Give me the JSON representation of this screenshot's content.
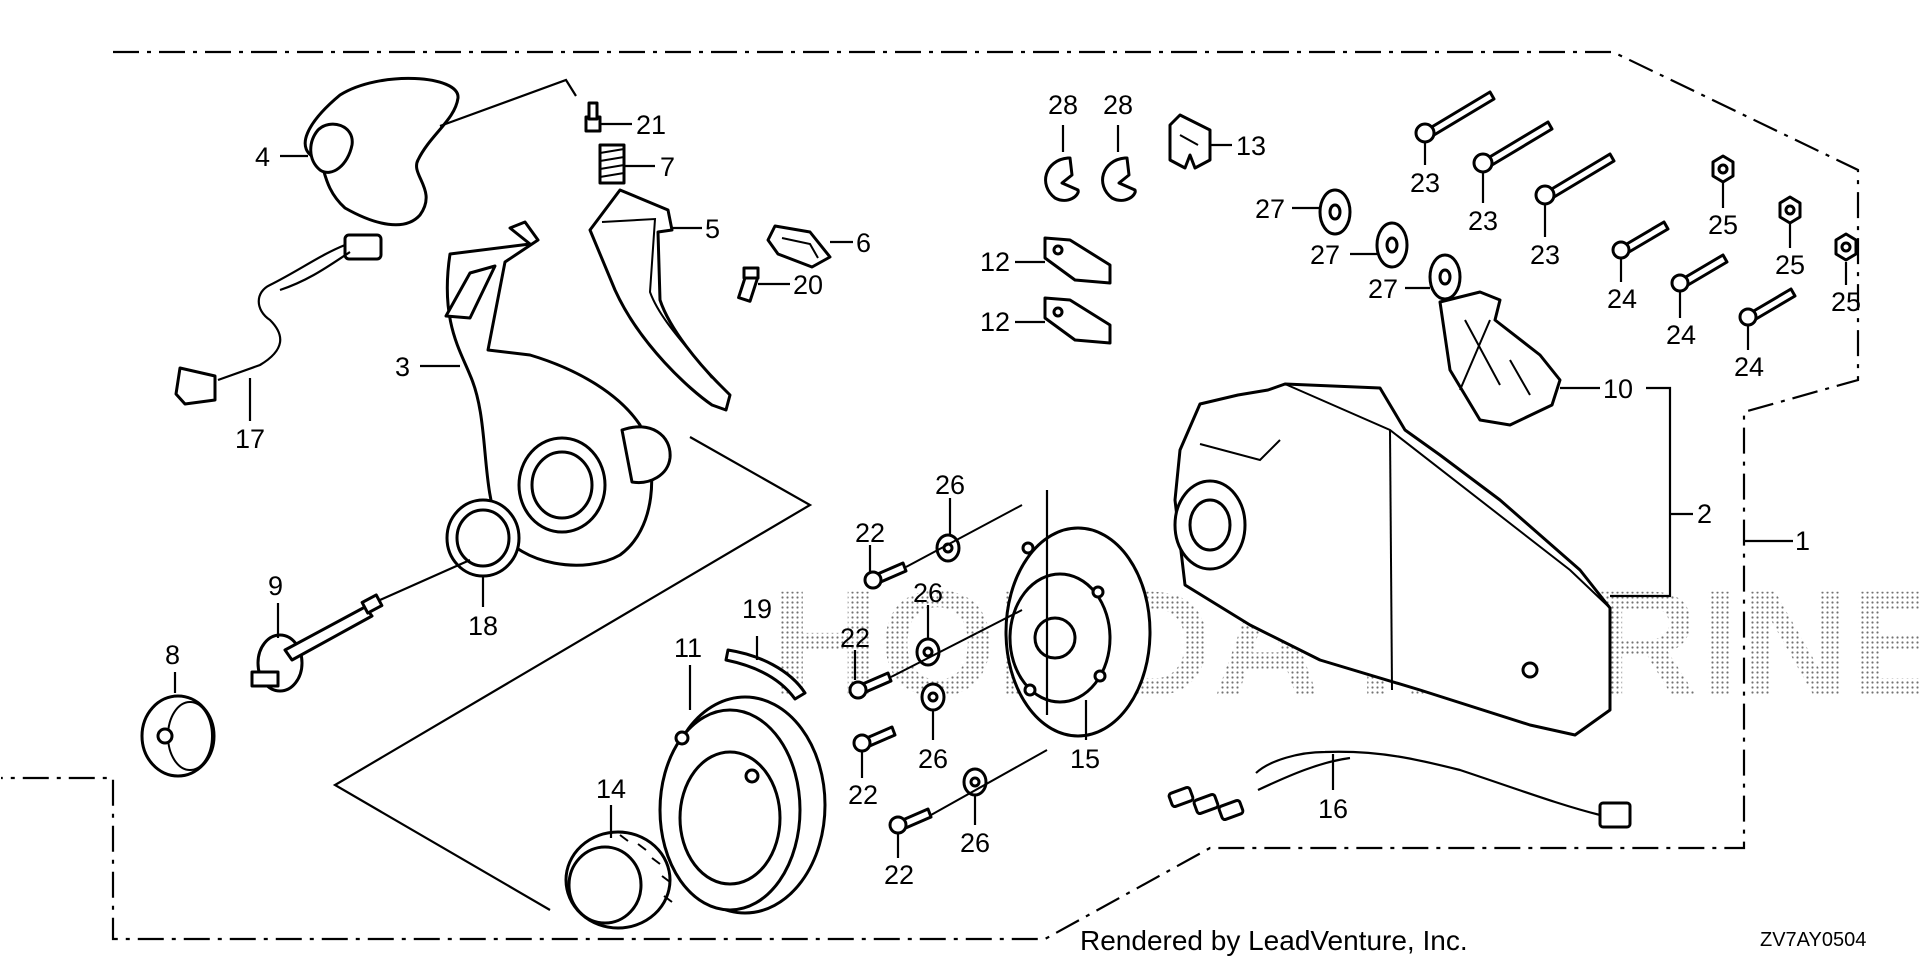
{
  "diagram": {
    "callouts": [
      {
        "id": "c1",
        "text": "1"
      },
      {
        "id": "c2",
        "text": "2"
      },
      {
        "id": "c3",
        "text": "3"
      },
      {
        "id": "c4",
        "text": "4"
      },
      {
        "id": "c5",
        "text": "5"
      },
      {
        "id": "c6",
        "text": "6"
      },
      {
        "id": "c7",
        "text": "7"
      },
      {
        "id": "c8",
        "text": "8"
      },
      {
        "id": "c9",
        "text": "9"
      },
      {
        "id": "c10",
        "text": "10"
      },
      {
        "id": "c11",
        "text": "11"
      },
      {
        "id": "c12a",
        "text": "12"
      },
      {
        "id": "c12b",
        "text": "12"
      },
      {
        "id": "c13",
        "text": "13"
      },
      {
        "id": "c14",
        "text": "14"
      },
      {
        "id": "c15",
        "text": "15"
      },
      {
        "id": "c16",
        "text": "16"
      },
      {
        "id": "c17",
        "text": "17"
      },
      {
        "id": "c18",
        "text": "18"
      },
      {
        "id": "c19",
        "text": "19"
      },
      {
        "id": "c20",
        "text": "20"
      },
      {
        "id": "c21",
        "text": "21"
      },
      {
        "id": "c22a",
        "text": "22"
      },
      {
        "id": "c22b",
        "text": "22"
      },
      {
        "id": "c22c",
        "text": "22"
      },
      {
        "id": "c22d",
        "text": "22"
      },
      {
        "id": "c23a",
        "text": "23"
      },
      {
        "id": "c23b",
        "text": "23"
      },
      {
        "id": "c23c",
        "text": "23"
      },
      {
        "id": "c24a",
        "text": "24"
      },
      {
        "id": "c24b",
        "text": "24"
      },
      {
        "id": "c24c",
        "text": "24"
      },
      {
        "id": "c25a",
        "text": "25"
      },
      {
        "id": "c25b",
        "text": "25"
      },
      {
        "id": "c25c",
        "text": "25"
      },
      {
        "id": "c26a",
        "text": "26"
      },
      {
        "id": "c26b",
        "text": "26"
      },
      {
        "id": "c26c",
        "text": "26"
      },
      {
        "id": "c26d",
        "text": "26"
      },
      {
        "id": "c27a",
        "text": "27"
      },
      {
        "id": "c27b",
        "text": "27"
      },
      {
        "id": "c27c",
        "text": "27"
      },
      {
        "id": "c28a",
        "text": "28"
      },
      {
        "id": "c28b",
        "text": "28"
      }
    ],
    "credit": "Rendered by LeadVenture, Inc.",
    "diagram_code": "ZV7AY0504",
    "watermark": "HONDA MARINE"
  }
}
